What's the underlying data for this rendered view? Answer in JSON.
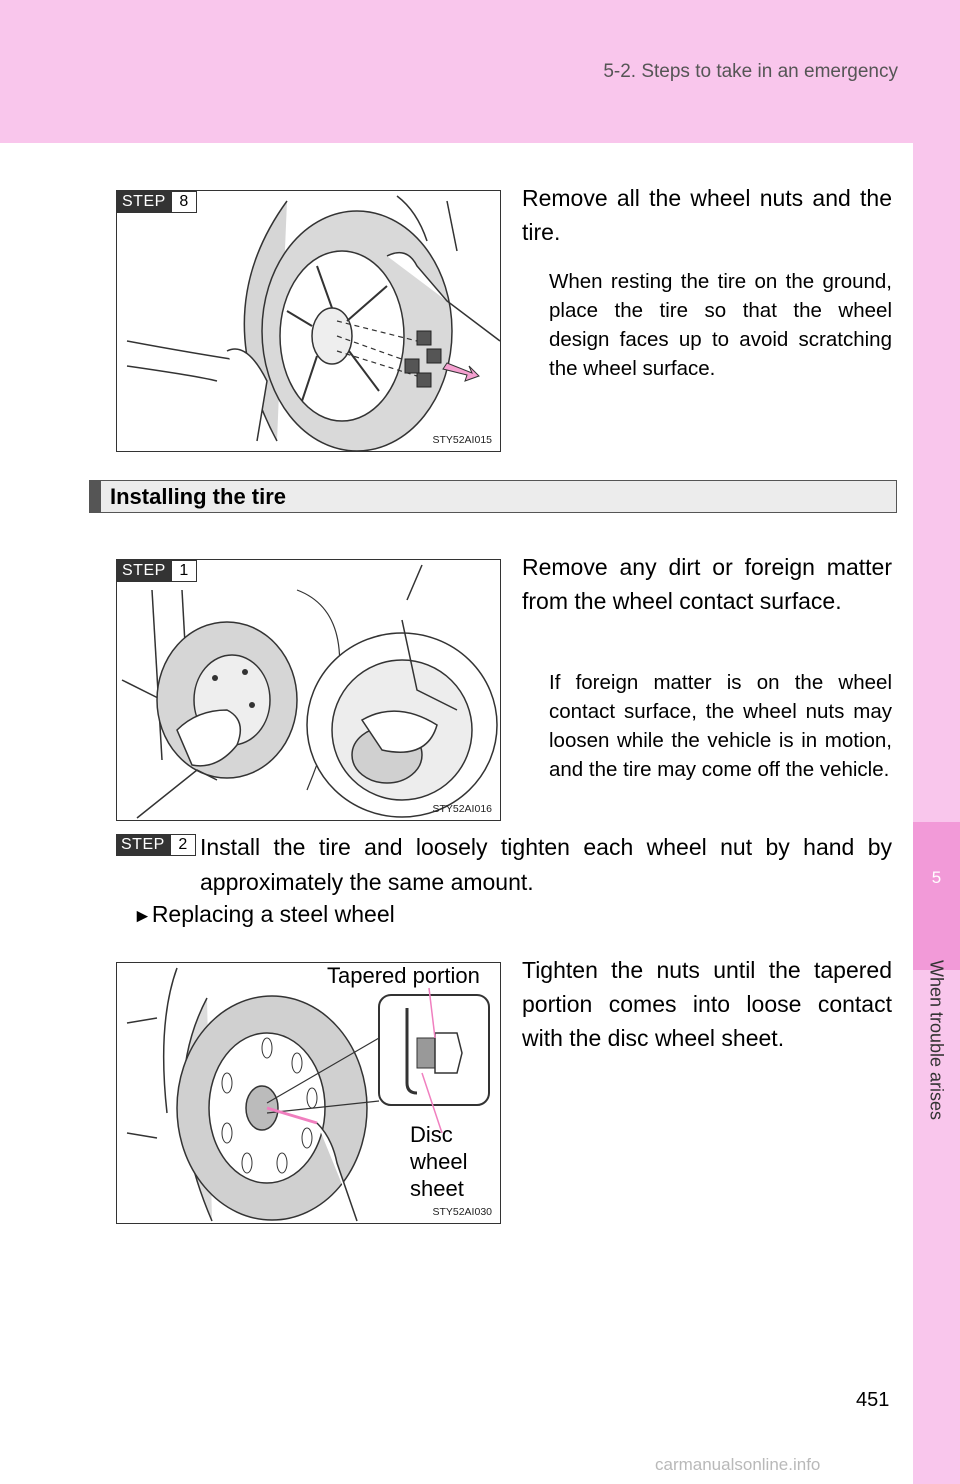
{
  "header": {
    "section": "5-2. Steps to take in an emergency"
  },
  "side_tab": {
    "chapter_number": "5",
    "chapter_title": "When trouble arises"
  },
  "step_word": "STEP",
  "step8": {
    "number": "8",
    "instruction": "Remove all the wheel nuts and the tire.",
    "note": "When resting the tire on the ground, place the tire so that the wheel design faces up to avoid scratching the wheel surface.",
    "figure_code": "STY52AI015"
  },
  "section": {
    "title": "Installing the tire"
  },
  "step1": {
    "number": "1",
    "instruction": "Remove any dirt or foreign matter from the wheel contact surface.",
    "note": "If foreign matter is on the wheel contact surface, the wheel nuts may loosen while the vehicle is in motion, and the tire may come off the vehicle.",
    "figure_code": "STY52AI016"
  },
  "step2": {
    "number": "2",
    "instruction": "Install the tire and loosely tighten each wheel nut by hand by approximately the same amount.",
    "subheading_arrow": "►",
    "subheading": "Replacing a steel wheel",
    "detail": "Tighten the nuts until the tapered portion comes into loose contact with the disc wheel sheet.",
    "figure_code": "STY52AI030",
    "label_tapered": "Tapered portion",
    "label_disc_line1": "Disc",
    "label_disc_line2": "wheel",
    "label_disc_line3": "sheet"
  },
  "page_number": "451",
  "watermark": "carmanualsonline.info"
}
